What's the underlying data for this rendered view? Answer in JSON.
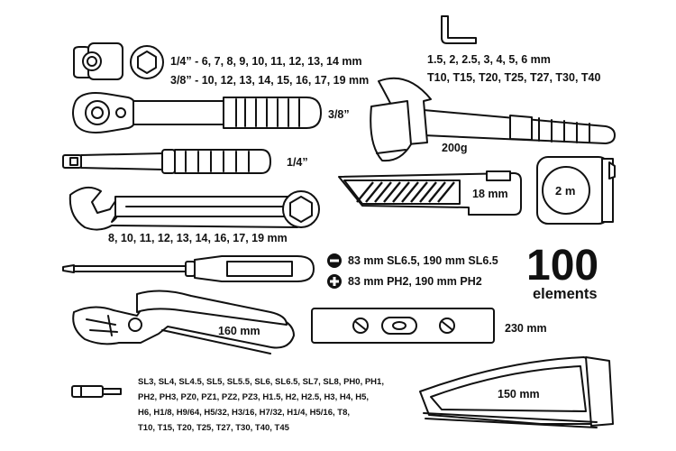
{
  "sockets": {
    "line1": "1/4” - 6, 7, 8, 9, 10, 11, 12, 13, 14 mm",
    "line2": "3/8” - 10, 12, 13, 14, 15, 16, 17, 19 mm"
  },
  "hex_keys": {
    "line1": "1.5, 2, 2.5, 3, 4, 5, 6 mm",
    "line2": "T10, T15, T20, T25, T27, T30, T40"
  },
  "ratchet": {
    "size": "3/8”"
  },
  "hammer": {
    "weight": "200g"
  },
  "bit_driver": {
    "size": "1/4”"
  },
  "cutter": {
    "blade": "18 mm"
  },
  "tape_measure": {
    "length": "2 m"
  },
  "wrenches": {
    "sizes": "8, 10, 11, 12, 13, 14, 16, 17, 19 mm"
  },
  "screwdrivers": {
    "flat": "83 mm SL6.5, 190 mm SL6.5",
    "phillips": "83 mm PH2, 190 mm PH2"
  },
  "total": {
    "count": "100",
    "unit": "elements"
  },
  "pliers": {
    "length": "160 mm"
  },
  "level": {
    "length": "230 mm"
  },
  "saw": {
    "length": "150 mm"
  },
  "bits": {
    "line1": "SL3, SL4, SL4.5, SL5, SL5.5, SL6, SL6.5, SL7, SL8, PH0, PH1,",
    "line2": "PH2, PH3, PZ0, PZ1, PZ2, PZ3, H1.5, H2, H2.5, H3, H4, H5,",
    "line3": "H6, H1/8, H9/64, H5/32, H3/16, H7/32, H1/4, H5/16, T8,",
    "line4": "T10, T15, T20, T25, T27, T30, T40, T45"
  }
}
